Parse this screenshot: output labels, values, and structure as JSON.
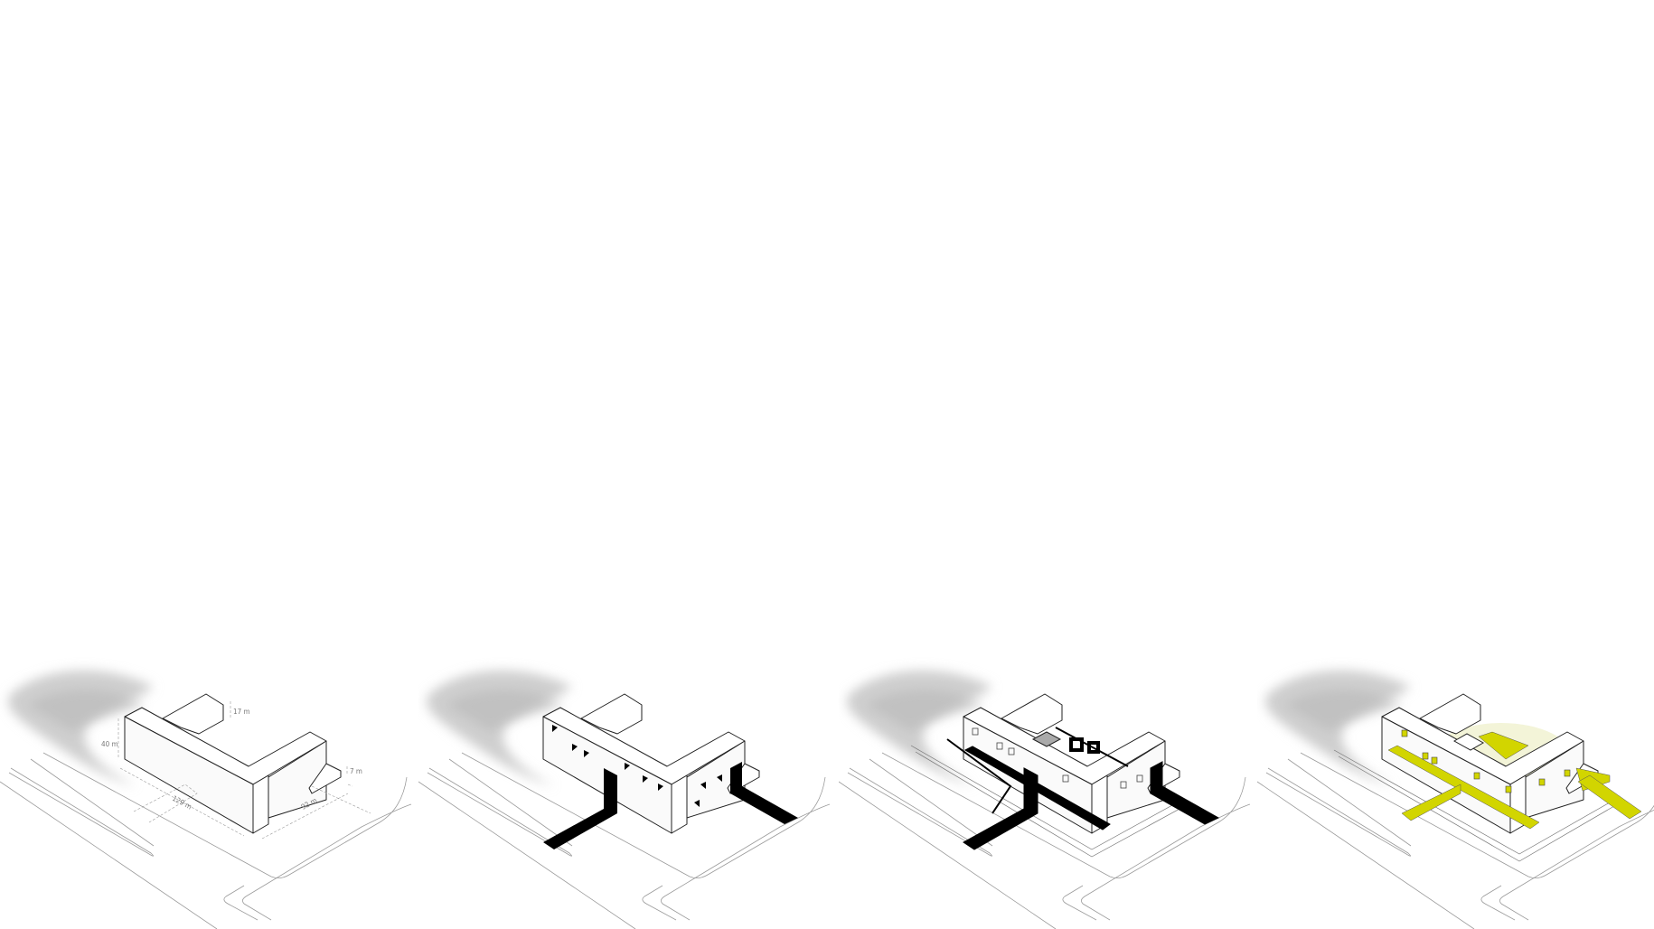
{
  "panels": [
    {
      "name": "massing",
      "labels": {
        "height_main": "40 m",
        "height_back": "17 m",
        "height_low": "7 m",
        "length_main": "129 m",
        "length_wing": "92 m"
      }
    },
    {
      "name": "openings-and-access",
      "accent": "#000000"
    },
    {
      "name": "circulation",
      "accent": "#000000"
    },
    {
      "name": "public-space",
      "accent": "#d2d500"
    }
  ],
  "colors": {
    "line": "#222222",
    "road": "#9a9a9a",
    "terrain": "#cfcfcf",
    "yellow": "#d2d500"
  }
}
